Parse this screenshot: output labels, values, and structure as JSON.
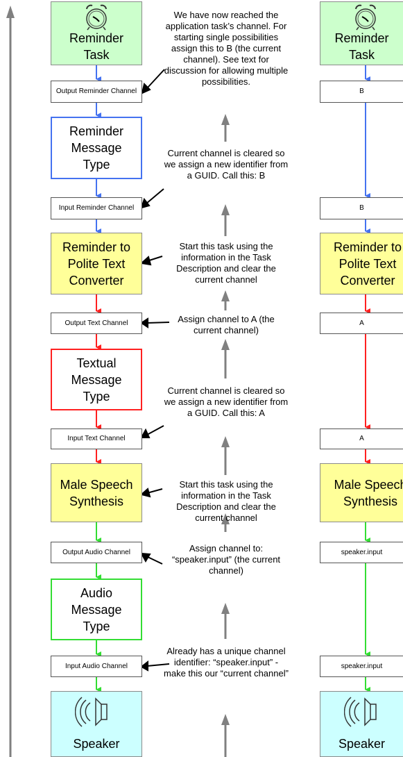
{
  "left_chain": {
    "reminder_task": "Reminder\nTask",
    "output_reminder_channel": "Output Reminder Channel",
    "reminder_message_type": "Reminder\nMessage\nType",
    "input_reminder_channel": "Input Reminder Channel",
    "polite_text_converter": "Reminder to\nPolite Text\nConverter",
    "output_text_channel": "Output Text Channel",
    "textual_message_type": "Textual\nMessage\nType",
    "input_text_channel": "Input Text Channel",
    "male_speech_synthesis": "Male Speech\nSynthesis",
    "output_audio_channel": "Output Audio Channel",
    "audio_message_type": "Audio\nMessage\nType",
    "input_audio_channel": "Input Audio Channel",
    "speaker": "Speaker"
  },
  "notes": {
    "note1": "We have now reached the application task’s channel. For starting single possibilities assign this to B (the current channel).  See text for discussion for allowing multiple possibilities.",
    "note2": "Current channel is cleared so we assign a new identifier from a GUID.  Call this: B",
    "note3": "Start this task using the information in the Task Description and clear the current channel",
    "note4": "Assign channel to A (the current channel)",
    "note5": "Current channel is cleared so we assign a new identifier from a GUID.  Call this: A",
    "note6": "Start this task using the information in the Task Description and clear the current channel",
    "note7": "Assign channel to: “speaker.input” (the current channel)",
    "note8": "Already has a unique channel identifier: “speaker.input” - make this our “current channel”"
  },
  "right_chain": {
    "reminder_task": "Reminder\nTask",
    "chan_b_top": "B",
    "chan_b_bottom": "B",
    "polite_text_converter": "Reminder to\nPolite Text\nConverter",
    "chan_a_top": "A",
    "chan_a_bottom": "A",
    "male_speech_synthesis": "Male Speech\nSynthesis",
    "speaker_input_top": "speaker.input",
    "speaker_input_bottom": "speaker.input",
    "speaker": "Speaker"
  },
  "colors": {
    "blue": "#4472f0",
    "red": "#ff2020",
    "green": "#33dd33",
    "gray_arrow": "#808080",
    "task_green": "#ccffcc",
    "task_yellow": "#ffff99",
    "task_cyan": "#ccffff"
  },
  "icons": [
    "alarm-clock-icon",
    "speaker-icon"
  ]
}
